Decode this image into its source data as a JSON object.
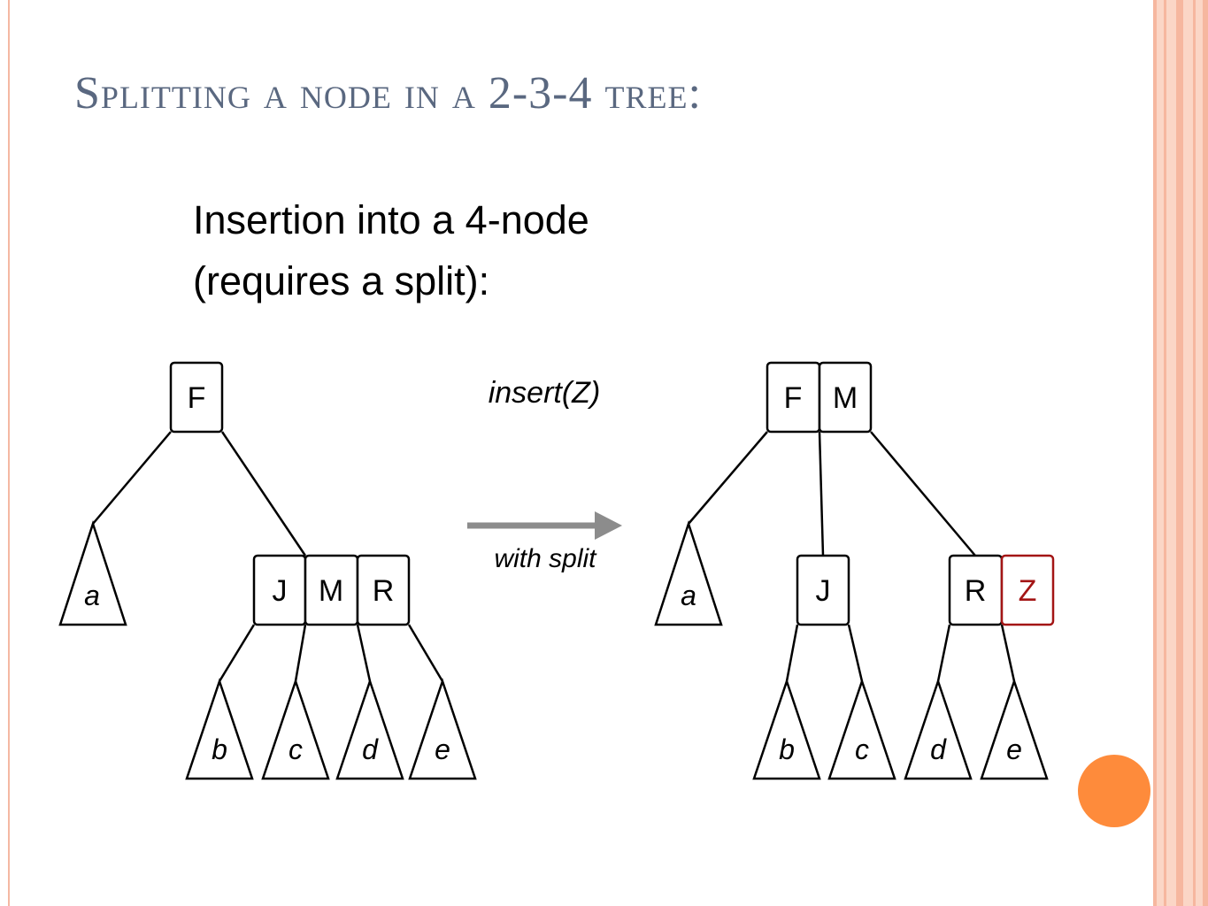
{
  "slide": {
    "title": "Splitting a node in a 2-3-4 tree:",
    "subtitle_lines": [
      "Insertion into a 4-node",
      "(requires a split):"
    ]
  },
  "diagram": {
    "operation": "insert(Z)",
    "arrow_label": "with split",
    "before": {
      "root": [
        "F"
      ],
      "left_subtree": "a",
      "child_node": [
        "J",
        "M",
        "R"
      ],
      "child_subtrees": [
        "b",
        "c",
        "d",
        "e"
      ]
    },
    "after": {
      "root": [
        "F",
        "M"
      ],
      "left_subtree": "a",
      "middle_node": [
        "J"
      ],
      "middle_subtrees": [
        "b",
        "c"
      ],
      "right_node": [
        "R",
        "Z"
      ],
      "right_subtrees": [
        "d",
        "e"
      ]
    }
  },
  "colors": {
    "title": "#5a6880",
    "inserted_key": "#a31515",
    "arrow": "#8c8c8c",
    "accent_dot": "#fe8b3b",
    "frame": "#f4b8a3"
  }
}
